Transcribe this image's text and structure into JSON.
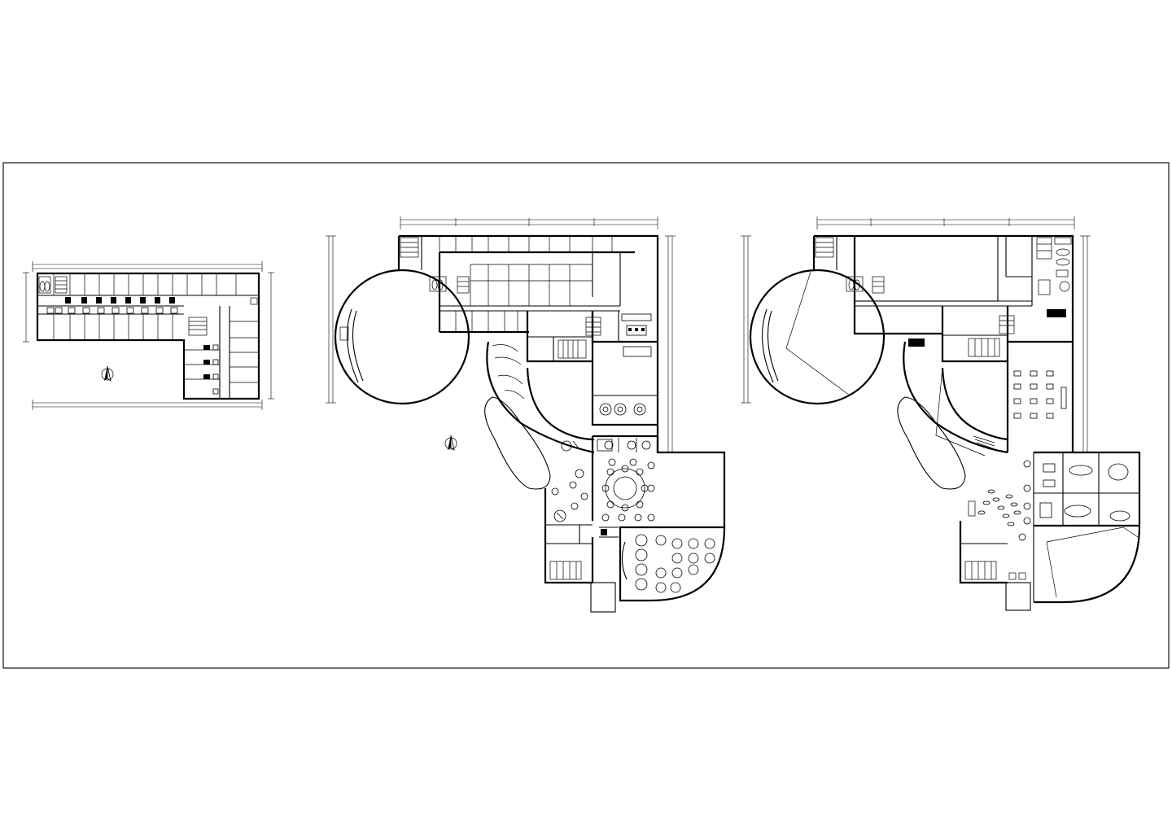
{
  "drawing": {
    "title": "",
    "plans": [
      {
        "id": "typical-floor-plan"
      },
      {
        "id": "ground-floor-plan"
      },
      {
        "id": "upper-floor-plan"
      }
    ]
  }
}
